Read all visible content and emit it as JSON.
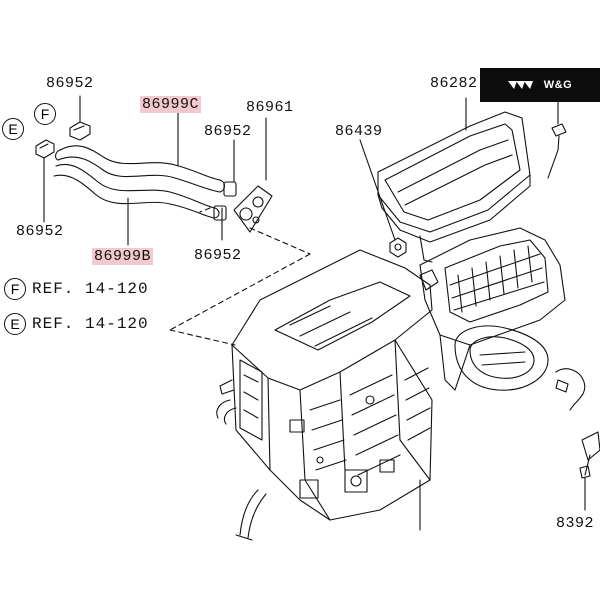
{
  "brand": {
    "label": "W&G",
    "icon": "wings-logo-icon"
  },
  "parts": {
    "p86952_top": "86952",
    "p86999c": "86999C",
    "p86961": "86961",
    "p86952_mid": "86952",
    "p86282": "86282",
    "p86439": "86439",
    "p86952_left": "86952",
    "p86999b": "86999B",
    "p86952_bottom": "86952",
    "p8392": "8392"
  },
  "highlight_color": "#f3c9cf",
  "circle_refs": {
    "f_small": "F",
    "e_small": "E"
  },
  "refs": [
    {
      "letter": "F",
      "text": "REF. 14-120"
    },
    {
      "letter": "E",
      "text": "REF. 14-120"
    }
  ]
}
